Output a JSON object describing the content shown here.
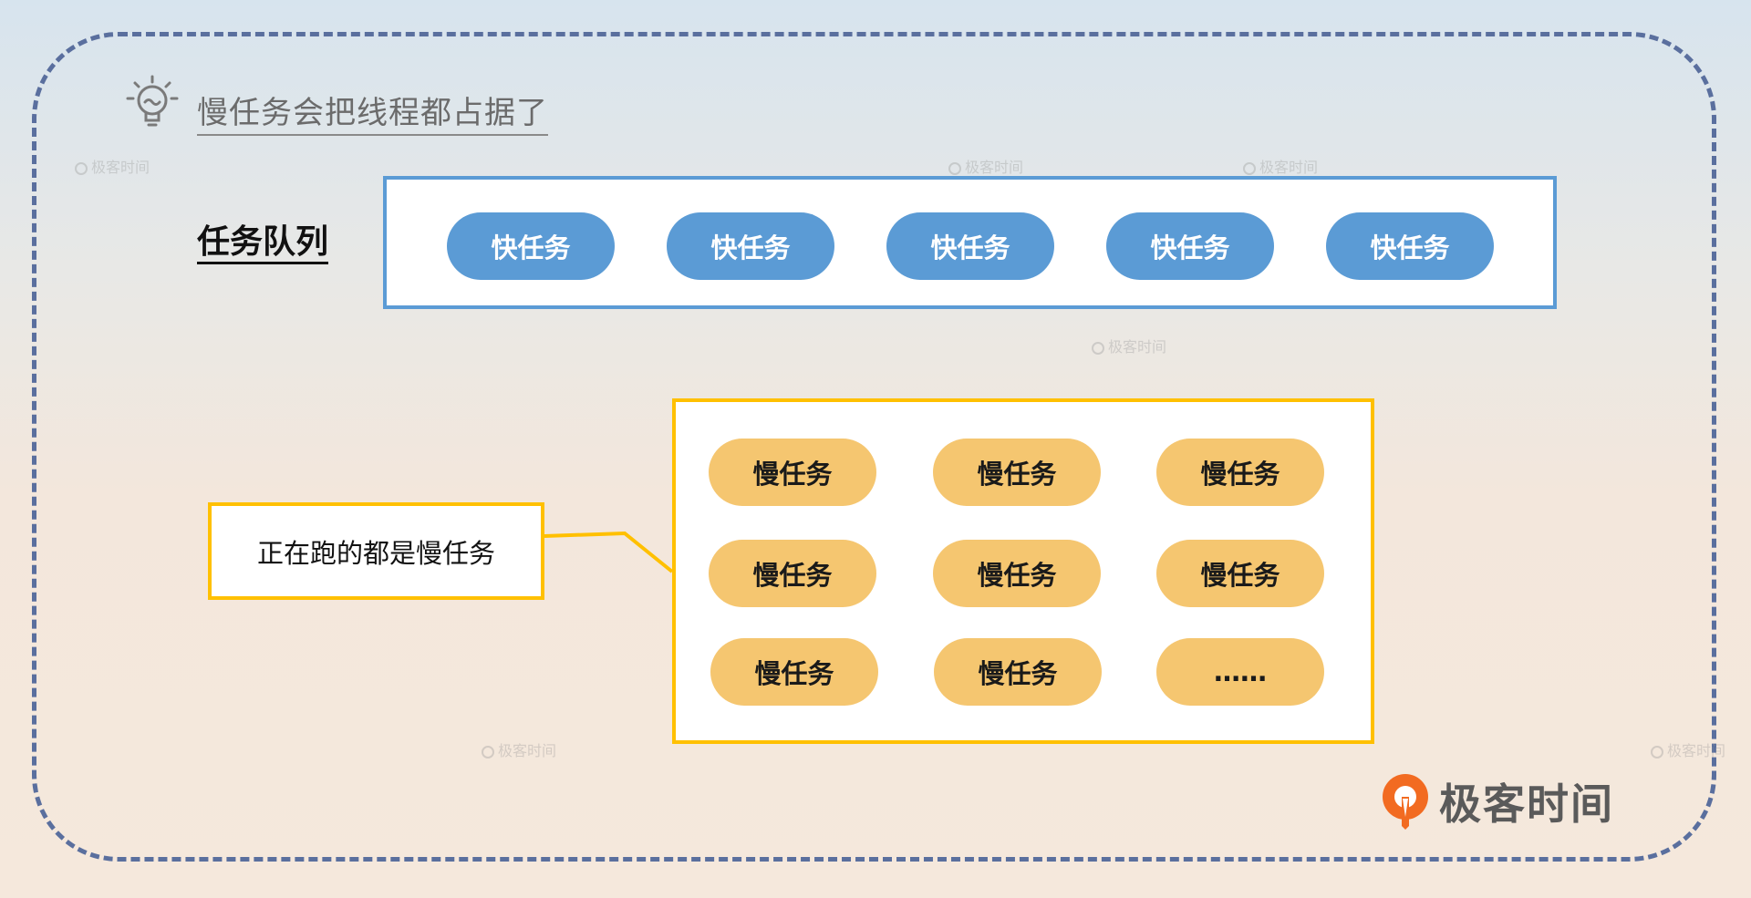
{
  "title": "慢任务会把线程都占据了",
  "queue": {
    "label": "任务队列",
    "items": [
      "快任务",
      "快任务",
      "快任务",
      "快任务",
      "快任务"
    ]
  },
  "running": {
    "items": [
      "慢任务",
      "慢任务",
      "慢任务",
      "慢任务",
      "慢任务",
      "慢任务",
      "慢任务",
      "慢任务",
      "……"
    ]
  },
  "callout": "正在跑的都是慢任务",
  "watermark": "极客时间",
  "brand": "极客时间",
  "colors": {
    "frame": "#5a6f9e",
    "queue_border": "#5b9bd5",
    "fast_pill": "#5b9bd5",
    "running_border": "#ffc000",
    "slow_pill": "#f5c670",
    "brand_orange": "#f26b21"
  },
  "icons": [
    "lightbulb-icon",
    "brand-logo-icon"
  ]
}
